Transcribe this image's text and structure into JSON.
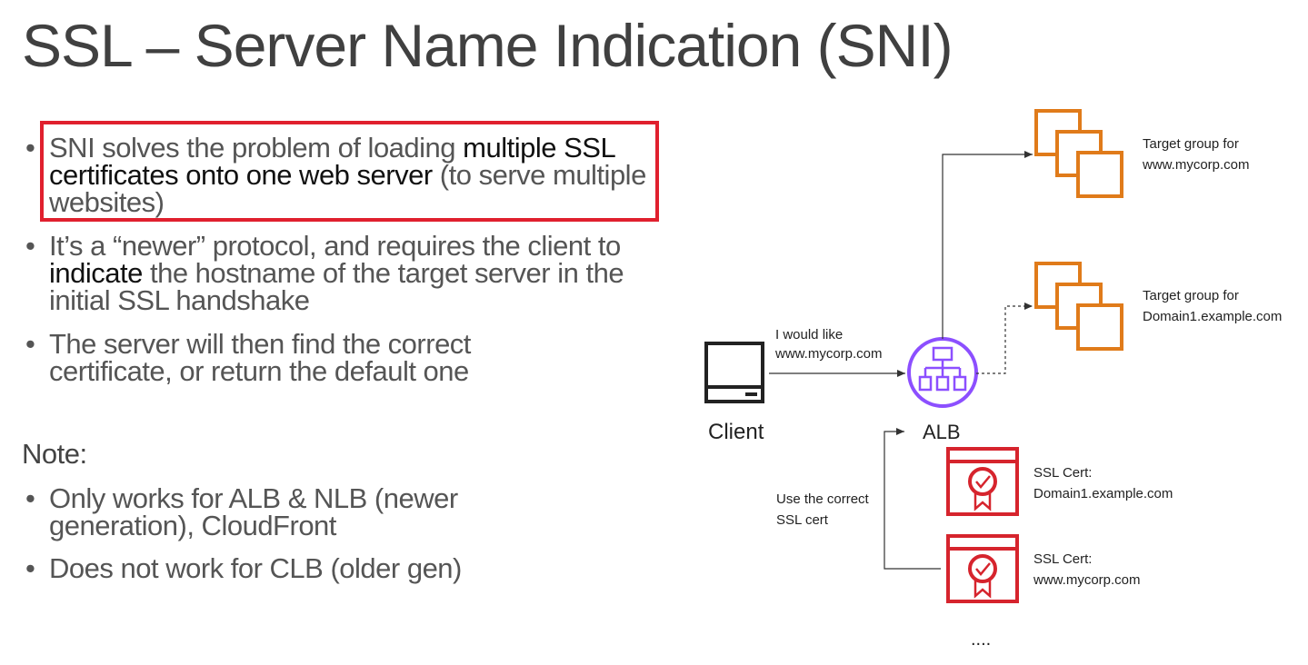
{
  "slide": {
    "title": "SSL – Server Name Indication (SNI)",
    "bullets": [
      {
        "pre": "SNI solves the problem of loading ",
        "strong": "multiple SSL certificates onto one web server",
        "post": " (to serve multiple websites)"
      },
      {
        "pre": "It’s a “newer” protocol, and requires the client to ",
        "strong": "indicate",
        "post": " the hostname of the target server in the initial SSL handshake"
      },
      {
        "pre": "The server will then find the correct certificate, or return the default one",
        "strong": "",
        "post": ""
      }
    ],
    "note_heading": "Note:",
    "note_bullets": [
      "Only works for ALB & NLB (newer generation), CloudFront",
      "Does not work for CLB (older gen)"
    ]
  },
  "diagram": {
    "client_label": "Client",
    "request_label_1": "I would like",
    "request_label_2": "www.mycorp.com",
    "alb_label": "ALB",
    "target_group_1_line1": "Target group for",
    "target_group_1_line2": "www.mycorp.com",
    "target_group_2_line1": "Target group for",
    "target_group_2_line2": "Domain1.example.com",
    "use_cert_line1": "Use the correct",
    "use_cert_line2": "SSL cert",
    "cert_1_line1": "SSL Cert:",
    "cert_1_line2": "Domain1.example.com",
    "cert_2_line1": "SSL Cert:",
    "cert_2_line2": "www.mycorp.com",
    "ellipsis": "....",
    "colors": {
      "target_group": "#e07b1a",
      "alb": "#8c4fff",
      "cert": "#d6242d",
      "highlight": "#e0202e",
      "client": "#222222"
    }
  }
}
